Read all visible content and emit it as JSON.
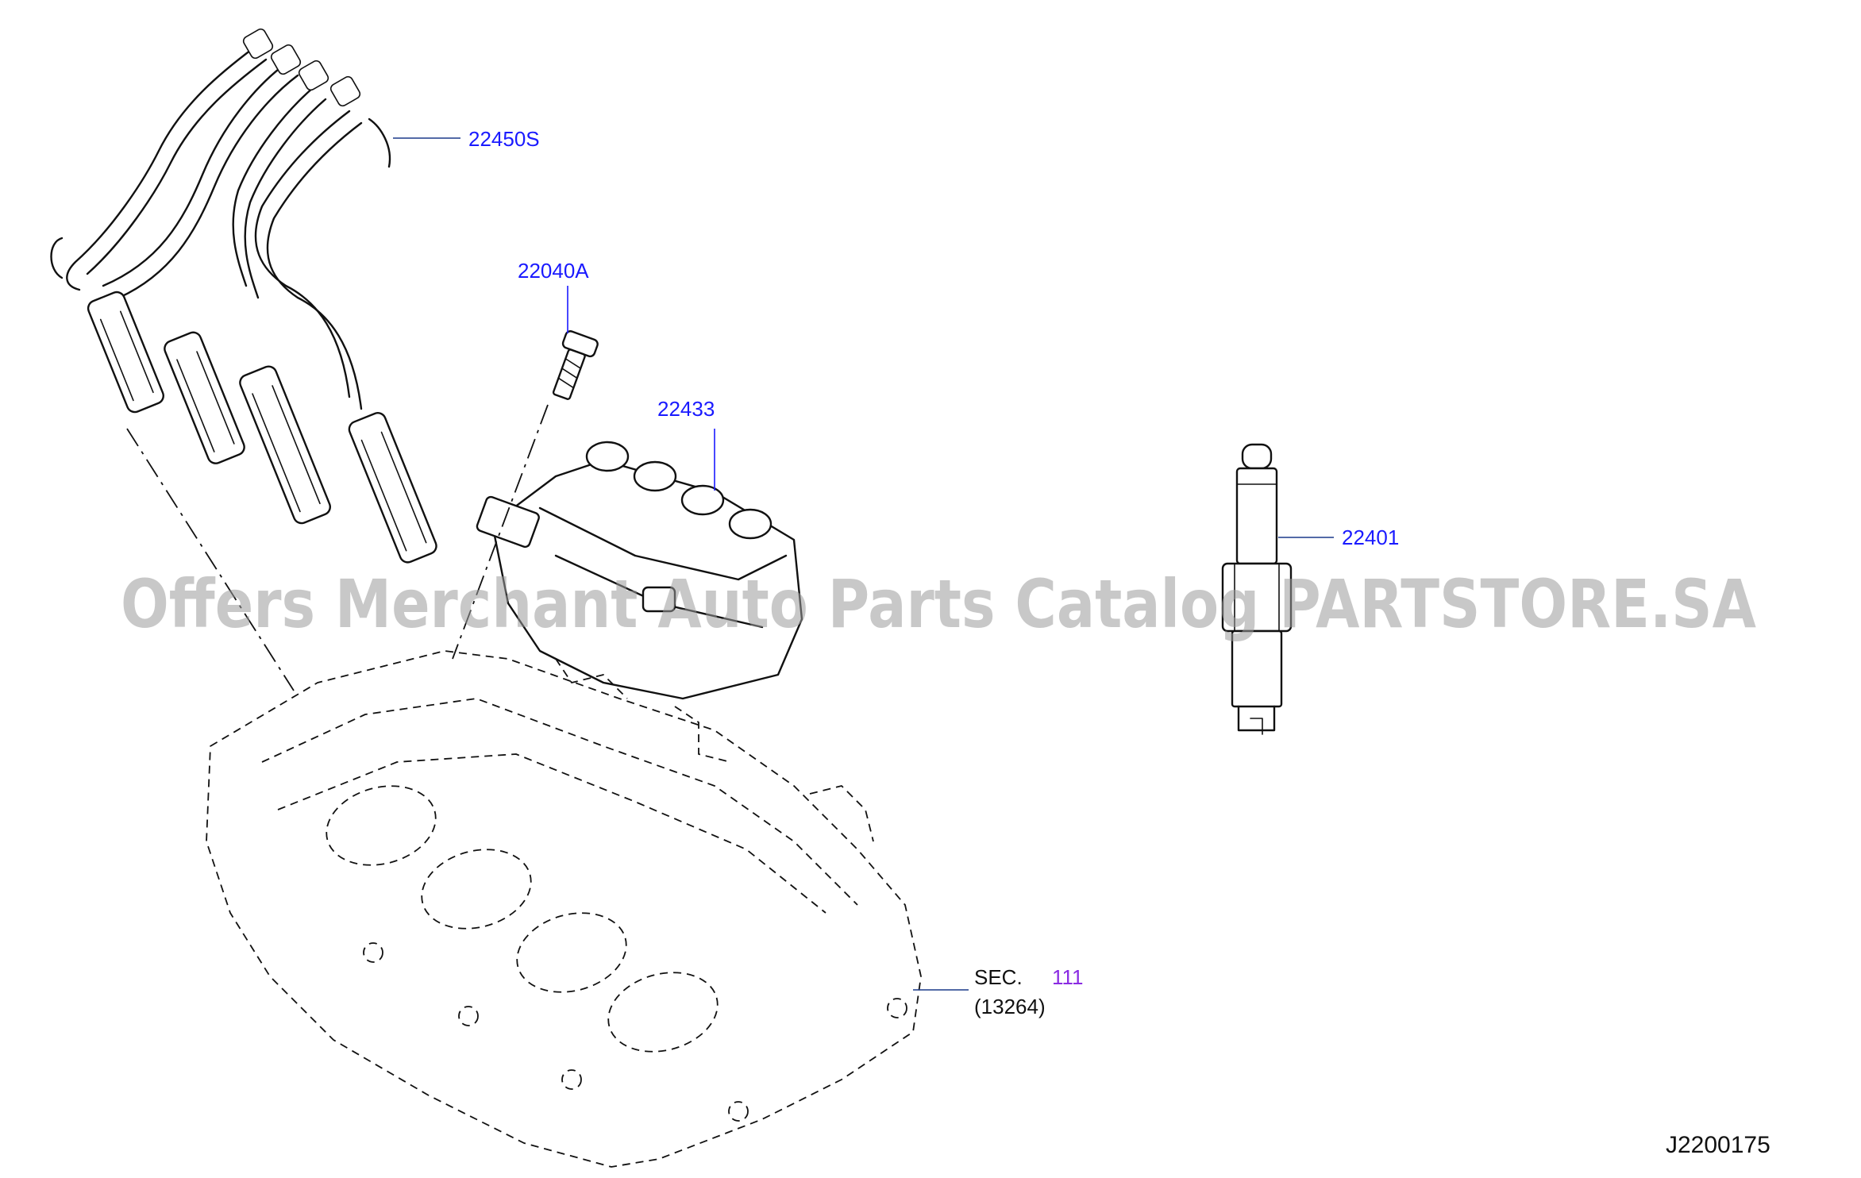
{
  "diagram": {
    "parts": [
      {
        "number": "22450S"
      },
      {
        "number": "22040A"
      },
      {
        "number": "22433"
      },
      {
        "number": "22401"
      }
    ],
    "section_ref": {
      "prefix": "SEC.",
      "section": "111",
      "sub_part": "(13264)"
    },
    "watermark": "Offers Merchant Auto Parts Catalog PARTSTORE.SA",
    "drawing_code": "J2200175",
    "colors": {
      "part_label": "#1a1aff",
      "section_number": "#8a2be2",
      "line_art": "#111111",
      "watermark": "#9a9a9a"
    }
  }
}
